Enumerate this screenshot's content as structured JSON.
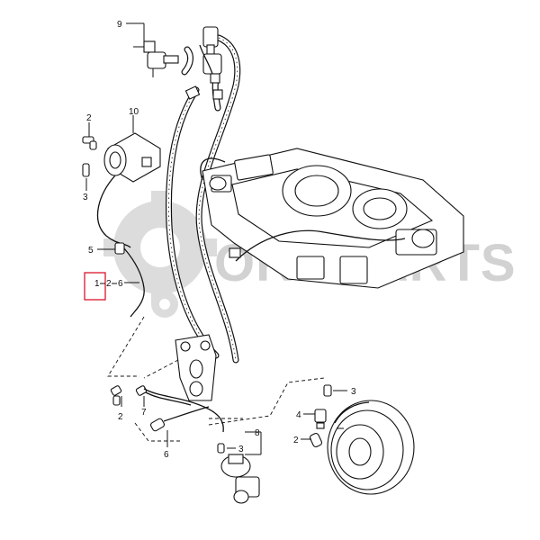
{
  "diagram": {
    "watermark_text": "ORMPARTS",
    "callouts": {
      "c9": "9",
      "c10": "10",
      "c2_top": "2",
      "c3_top": "3",
      "c5": "5",
      "c126_a": "1",
      "c126_b": "2",
      "c126_c": "6",
      "c2_mid": "2",
      "c7": "7",
      "c6_bottom": "6",
      "c8": "8",
      "c3_mid": "3",
      "c3_right": "3",
      "c4": "4",
      "c2_right": "2"
    },
    "colors": {
      "line": "#111111",
      "watermark": "#d2d2d2",
      "highlight": "#d9001b"
    }
  }
}
